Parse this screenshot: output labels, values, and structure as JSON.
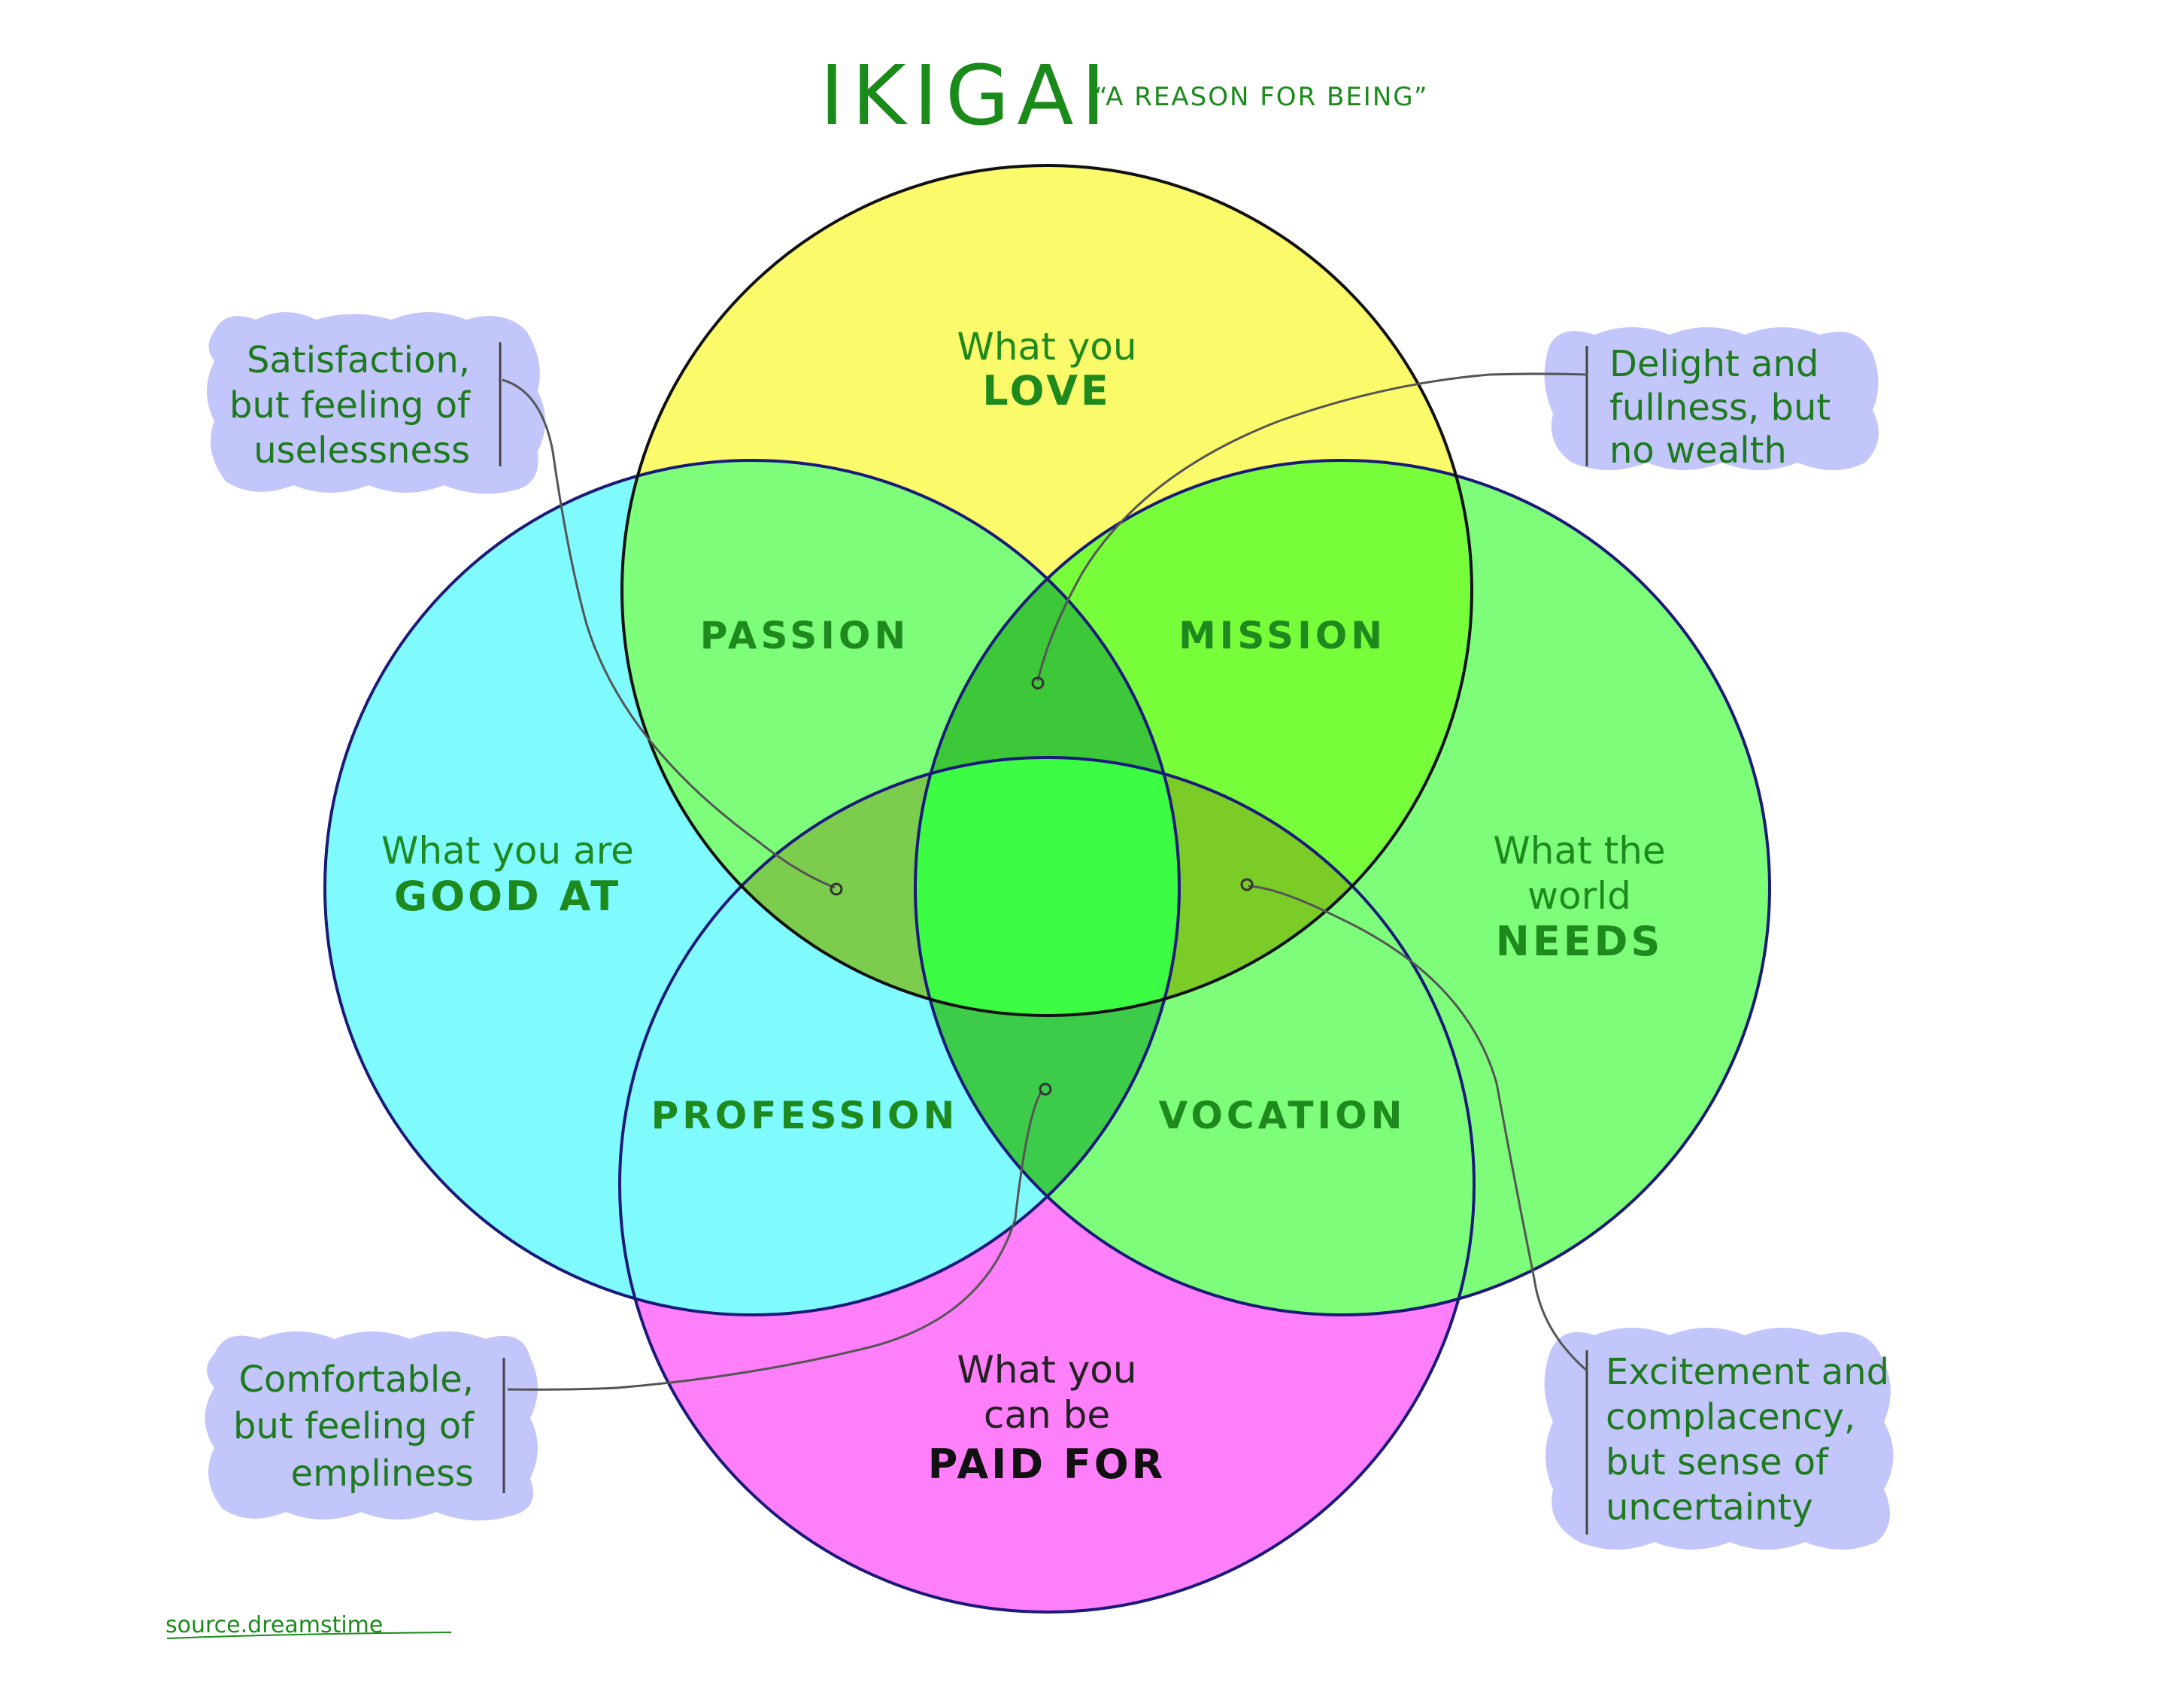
{
  "title": "IKIGAI",
  "subtitle": "“A REASON FOR BEING”",
  "circles": {
    "love": {
      "line1": "What you",
      "line2": "LOVE",
      "color": "#fbfa6a"
    },
    "good_at": {
      "line1": "What you are",
      "line2": "GOOD AT",
      "color": "#7ffbff"
    },
    "world_needs": {
      "line1": "What the",
      "line2": "world",
      "line3": "NEEDS",
      "color": "#7dfd7a"
    },
    "paid_for": {
      "line1": "What you",
      "line2": "can be",
      "line3": "PAID FOR",
      "color": "#ff7ffb"
    }
  },
  "overlaps": {
    "passion": "PASSION",
    "mission": "MISSION",
    "profession": "PROFESSION",
    "vocation": "VOCATION"
  },
  "notes": {
    "top_left": [
      "Satisfaction,",
      "but feeling of",
      "uselessness"
    ],
    "top_right": [
      "Delight and",
      "fullness, but",
      "no wealth"
    ],
    "bottom_left": [
      "Comfortable,",
      "but feeling of",
      "empliness"
    ],
    "bottom_right": [
      "Excitement and",
      "complacency,",
      "but sense of",
      "uncertainty"
    ]
  },
  "source": "source.dreamstime",
  "colors": {
    "outline": "#1a1a7a",
    "text_green": "#1e8a1e",
    "note_bubble": "#c3c6fa",
    "center": "#3cfc44"
  }
}
